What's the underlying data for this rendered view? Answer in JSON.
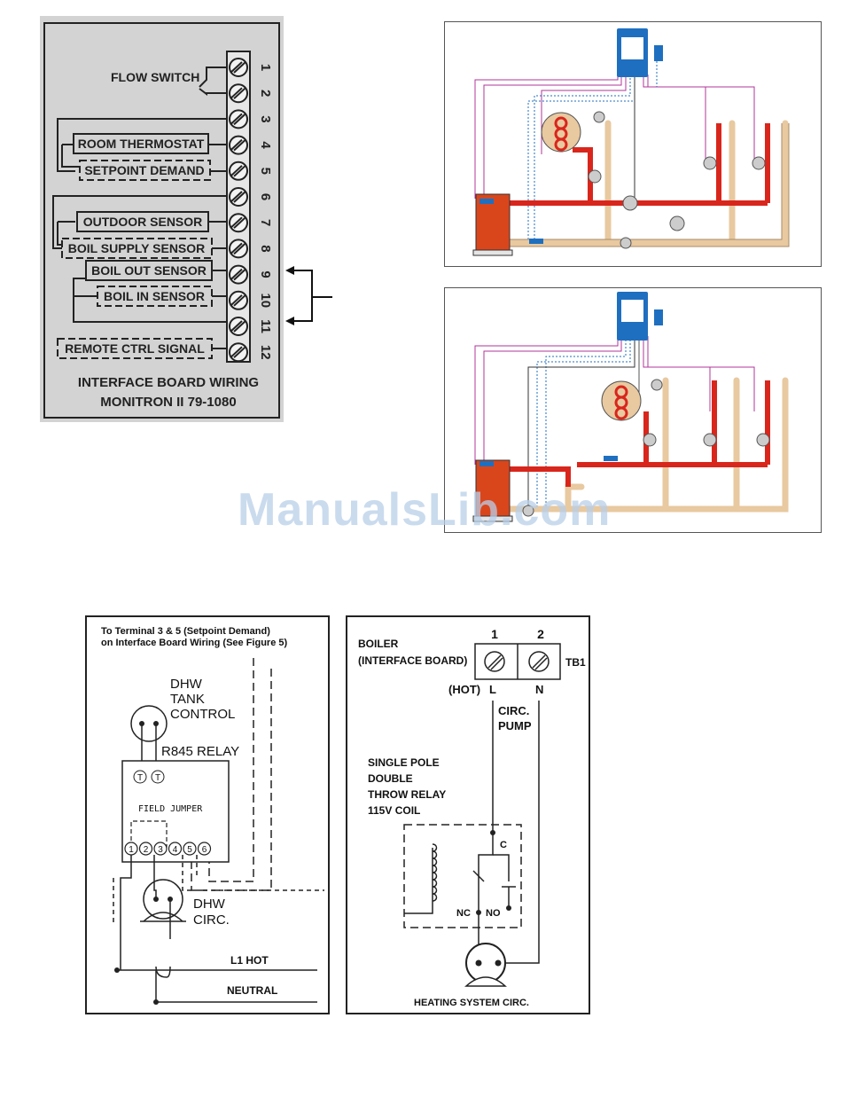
{
  "watermark": "ManualsLib.com",
  "interface_board": {
    "title_line1": "INTERFACE BOARD WIRING",
    "title_line2": "MONITRON II    79-1080",
    "terminals": [
      "1",
      "2",
      "3",
      "4",
      "5",
      "6",
      "7",
      "8",
      "9",
      "10",
      "11",
      "12"
    ],
    "labels": {
      "flow_switch": "FLOW SWITCH",
      "room_thermostat": "ROOM THERMOSTAT",
      "setpoint_demand": "SETPOINT DEMAND",
      "outdoor_sensor": "OUTDOOR SENSOR",
      "boil_supply_sensor": "BOIL SUPPLY SENSOR",
      "boil_out_sensor": "BOIL OUT SENSOR",
      "boil_in_sensor": "BOIL IN SENSOR",
      "remote_ctrl_signal": "REMOTE CTRL SIGNAL"
    }
  },
  "dhw_wiring": {
    "note_line1": "To Terminal 3 & 5 (Setpoint Demand)",
    "note_line2": "on Interface Board Wiring (See Figure 5)",
    "tank_control": [
      "DHW",
      "TANK",
      "CONTROL"
    ],
    "relay_label": "R845  RELAY",
    "t1": "T",
    "t2": "T",
    "field_jumper": "FIELD  JUMPER",
    "relay_terminals": [
      "1",
      "2",
      "3",
      "4",
      "5",
      "6"
    ],
    "dhw_circ": [
      "DHW",
      "CIRC."
    ],
    "l1_hot": "L1 HOT",
    "neutral": "NEUTRAL"
  },
  "boiler_wiring": {
    "boiler_label": [
      "BOILER",
      "(INTERFACE BOARD)"
    ],
    "tb_numbers": [
      "1",
      "2"
    ],
    "tb_label": "TB1",
    "hot": "(HOT)",
    "l": "L",
    "n": "N",
    "circ_pump": [
      "CIRC.",
      "PUMP"
    ],
    "relay_desc": [
      "SINGLE POLE",
      "DOUBLE",
      "THROW RELAY",
      "115V COIL"
    ],
    "c": "C",
    "nc": "NC",
    "no": "NO",
    "heating_circ": "HEATING SYSTEM CIRC."
  },
  "colors": {
    "panel_gray": "#d3d3d3",
    "pipe_red": "#d9261c",
    "pipe_tan": "#e8c9a0",
    "control_blue": "#1f6fc0",
    "wire_magenta": "#b0369a"
  }
}
